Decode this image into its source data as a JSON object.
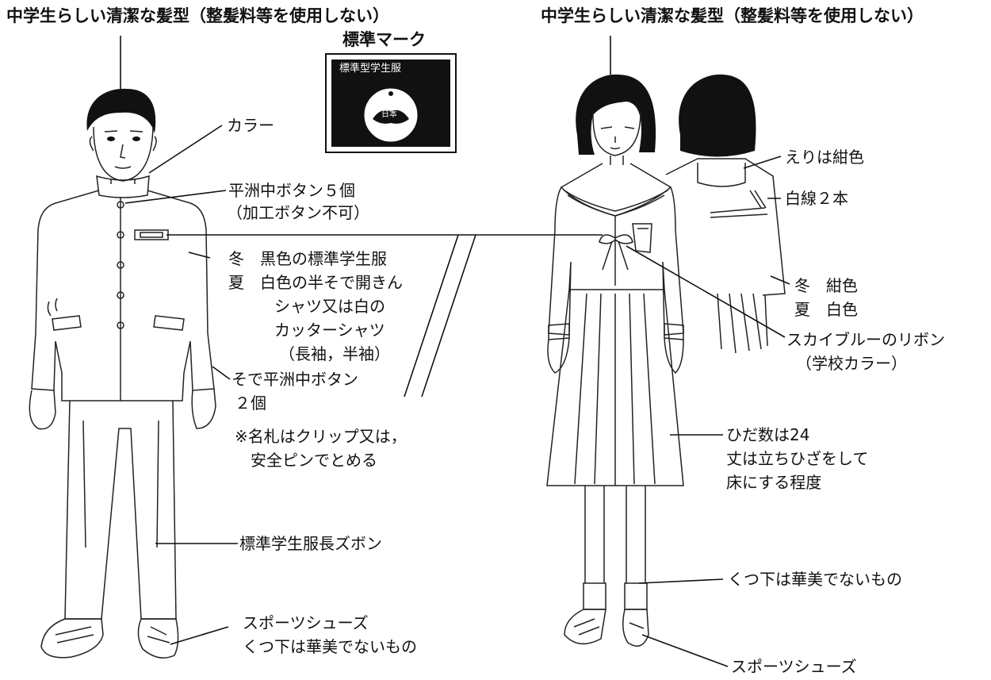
{
  "male": {
    "hair_note": "中学生らしい清潔な髪型（整髪料等を使用しない）",
    "collar": "カラー",
    "buttons_1": "平洲中ボタン５個",
    "buttons_2": "（加工ボタン不可）",
    "season_winter": "冬　黒色の標準学生服",
    "season_summer": "夏　白色の半そで開きん",
    "season_line3": "シャツ又は白の",
    "season_line4": "カッターシャツ",
    "season_line5": "（長袖，半袖）",
    "sleeve_btn_1": "そで平洲中ボタン",
    "sleeve_btn_2": "２個",
    "nametag_1": "※名札はクリップ又は，",
    "nametag_2": "安全ピンでとめる",
    "trousers": "標準学生服長ズボン",
    "shoes_1": "スポーツシューズ",
    "shoes_2": "くつ下は華美でないもの"
  },
  "mark": {
    "title": "標準マーク",
    "badge_text": "標準型学生服",
    "badge_center": "日本"
  },
  "female": {
    "hair_note": "中学生らしい清潔な髪型（整髪料等を使用しない）",
    "collar": "えりは紺色",
    "lines": "白線２本",
    "season_winter": "冬　紺色",
    "season_summer": "夏　白色",
    "ribbon_1": "スカイブルーのリボン",
    "ribbon_2": "（学校カラー）",
    "pleats_1": "ひだ数は24",
    "pleats_2": "丈は立ちひざをして",
    "pleats_3": "床にする程度",
    "socks": "くつ下は華美でないもの",
    "shoes": "スポーツシューズ"
  }
}
